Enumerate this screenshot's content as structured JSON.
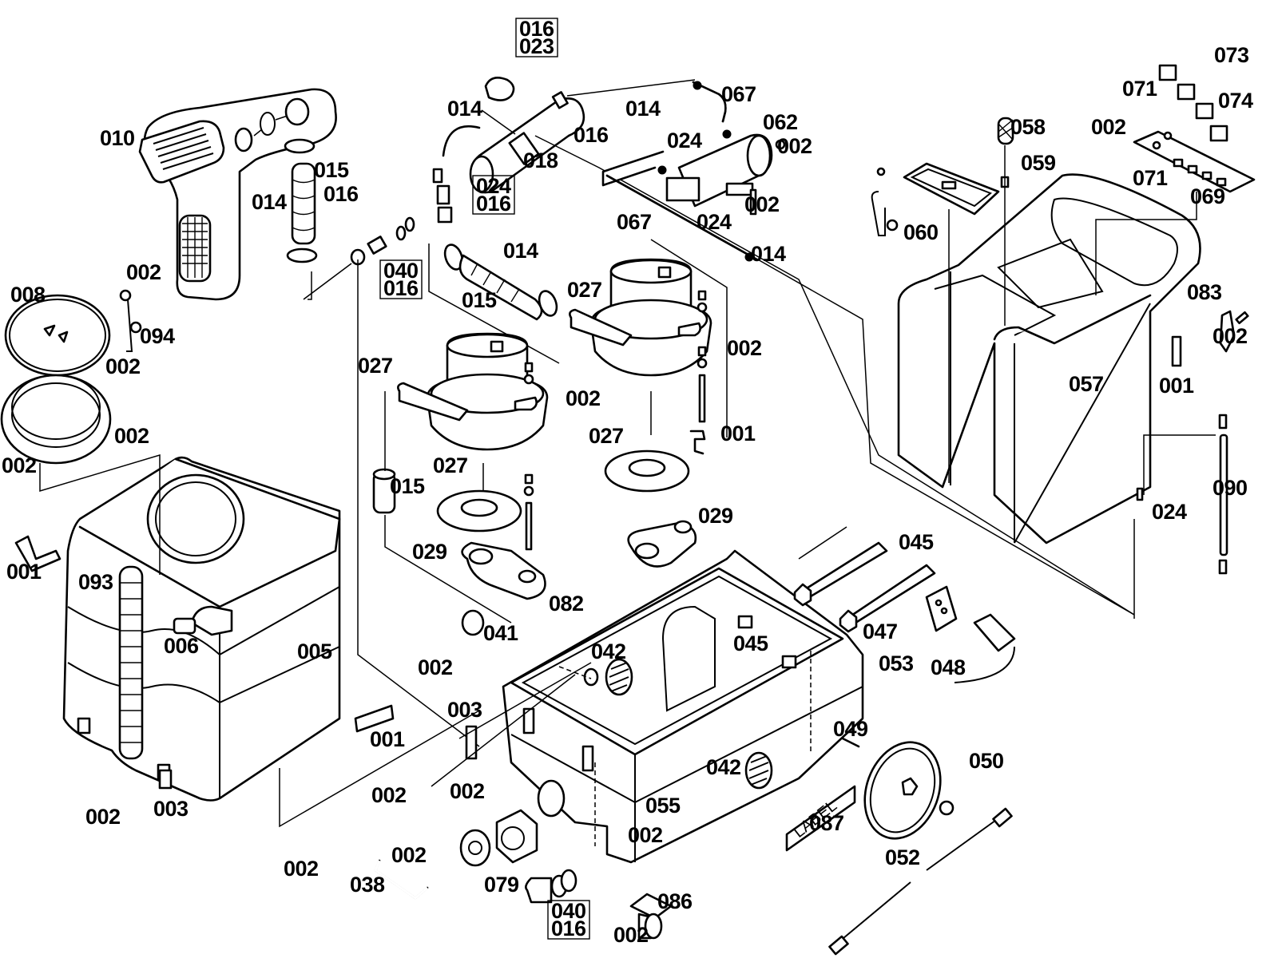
{
  "diagram": {
    "title": "Exploded parts diagram — carpet extractor",
    "label_sticker_text": "LABEL",
    "callouts": [
      {
        "id": "c-016-023",
        "lines": [
          "016",
          "023"
        ],
        "boxed": true
      },
      {
        "id": "c-010",
        "text": "010"
      },
      {
        "id": "c-014-a",
        "text": "014"
      },
      {
        "id": "c-015-a",
        "text": "015"
      },
      {
        "id": "c-014-b",
        "text": "014"
      },
      {
        "id": "c-016-a",
        "text": "016"
      },
      {
        "id": "c-016-b",
        "text": "016"
      },
      {
        "id": "c-018",
        "text": "018"
      },
      {
        "id": "c-024-016",
        "lines": [
          "024",
          "016"
        ],
        "boxed": true
      },
      {
        "id": "c-040-016-a",
        "lines": [
          "040",
          "016"
        ],
        "boxed": true
      },
      {
        "id": "c-002-a",
        "text": "002"
      },
      {
        "id": "c-008",
        "text": "008"
      },
      {
        "id": "c-094",
        "text": "094"
      },
      {
        "id": "c-002-b",
        "text": "002"
      },
      {
        "id": "c-002-c",
        "text": "002"
      },
      {
        "id": "c-002-d",
        "text": "002"
      },
      {
        "id": "c-001-a",
        "text": "001"
      },
      {
        "id": "c-093",
        "text": "093"
      },
      {
        "id": "c-006",
        "text": "006"
      },
      {
        "id": "c-005",
        "text": "005"
      },
      {
        "id": "c-001-b",
        "text": "001"
      },
      {
        "id": "c-002-e",
        "text": "002"
      },
      {
        "id": "c-003-a",
        "text": "003"
      },
      {
        "id": "c-014-c",
        "text": "014"
      },
      {
        "id": "c-067-a",
        "text": "067"
      },
      {
        "id": "c-062",
        "text": "062"
      },
      {
        "id": "c-024-a",
        "text": "024"
      },
      {
        "id": "c-002-f",
        "text": "002"
      },
      {
        "id": "c-024-b",
        "text": "024"
      },
      {
        "id": "c-002-g",
        "text": "002"
      },
      {
        "id": "c-067-b",
        "text": "067"
      },
      {
        "id": "c-014-d",
        "text": "014"
      },
      {
        "id": "c-014-e",
        "text": "014"
      },
      {
        "id": "c-015-b",
        "text": "015"
      },
      {
        "id": "c-027-a",
        "text": "027"
      },
      {
        "id": "c-002-h",
        "text": "002"
      },
      {
        "id": "c-001-c",
        "text": "001"
      },
      {
        "id": "c-027-b",
        "text": "027"
      },
      {
        "id": "c-029-a",
        "text": "029"
      },
      {
        "id": "c-027-c",
        "text": "027"
      },
      {
        "id": "c-002-i",
        "text": "002"
      },
      {
        "id": "c-015-c",
        "text": "015"
      },
      {
        "id": "c-027-d",
        "text": "027"
      },
      {
        "id": "c-029-b",
        "text": "029"
      },
      {
        "id": "c-058",
        "text": "058"
      },
      {
        "id": "c-059",
        "text": "059"
      },
      {
        "id": "c-060",
        "text": "060"
      },
      {
        "id": "c-073",
        "text": "073"
      },
      {
        "id": "c-071-a",
        "text": "071"
      },
      {
        "id": "c-074",
        "text": "074"
      },
      {
        "id": "c-002-j",
        "text": "002"
      },
      {
        "id": "c-071-b",
        "text": "071"
      },
      {
        "id": "c-069",
        "text": "069"
      },
      {
        "id": "c-057",
        "text": "057"
      },
      {
        "id": "c-083",
        "text": "083"
      },
      {
        "id": "c-002-k",
        "text": "002"
      },
      {
        "id": "c-001-d",
        "text": "001"
      },
      {
        "id": "c-090",
        "text": "090"
      },
      {
        "id": "c-024-c",
        "text": "024"
      },
      {
        "id": "c-045-a",
        "text": "045"
      },
      {
        "id": "c-045-b",
        "text": "045"
      },
      {
        "id": "c-047",
        "text": "047"
      },
      {
        "id": "c-053",
        "text": "053"
      },
      {
        "id": "c-048",
        "text": "048"
      },
      {
        "id": "c-082",
        "text": "082"
      },
      {
        "id": "c-041",
        "text": "041"
      },
      {
        "id": "c-002-l",
        "text": "002"
      },
      {
        "id": "c-042-a",
        "text": "042"
      },
      {
        "id": "c-042-b",
        "text": "042"
      },
      {
        "id": "c-003-b",
        "text": "003"
      },
      {
        "id": "c-002-m",
        "text": "002"
      },
      {
        "id": "c-002-n",
        "text": "002"
      },
      {
        "id": "c-055",
        "text": "055"
      },
      {
        "id": "c-087",
        "text": "087"
      },
      {
        "id": "c-049",
        "text": "049"
      },
      {
        "id": "c-050",
        "text": "050"
      },
      {
        "id": "c-002-o",
        "text": "002"
      },
      {
        "id": "c-002-p",
        "text": "002"
      },
      {
        "id": "c-038",
        "text": "038"
      },
      {
        "id": "c-079",
        "text": "079"
      },
      {
        "id": "c-040-016-b",
        "lines": [
          "040",
          "016"
        ],
        "boxed": true
      },
      {
        "id": "c-002-q",
        "text": "002"
      },
      {
        "id": "c-086",
        "text": "086"
      },
      {
        "id": "c-002-r",
        "text": "002"
      },
      {
        "id": "c-052",
        "text": "052"
      }
    ]
  }
}
